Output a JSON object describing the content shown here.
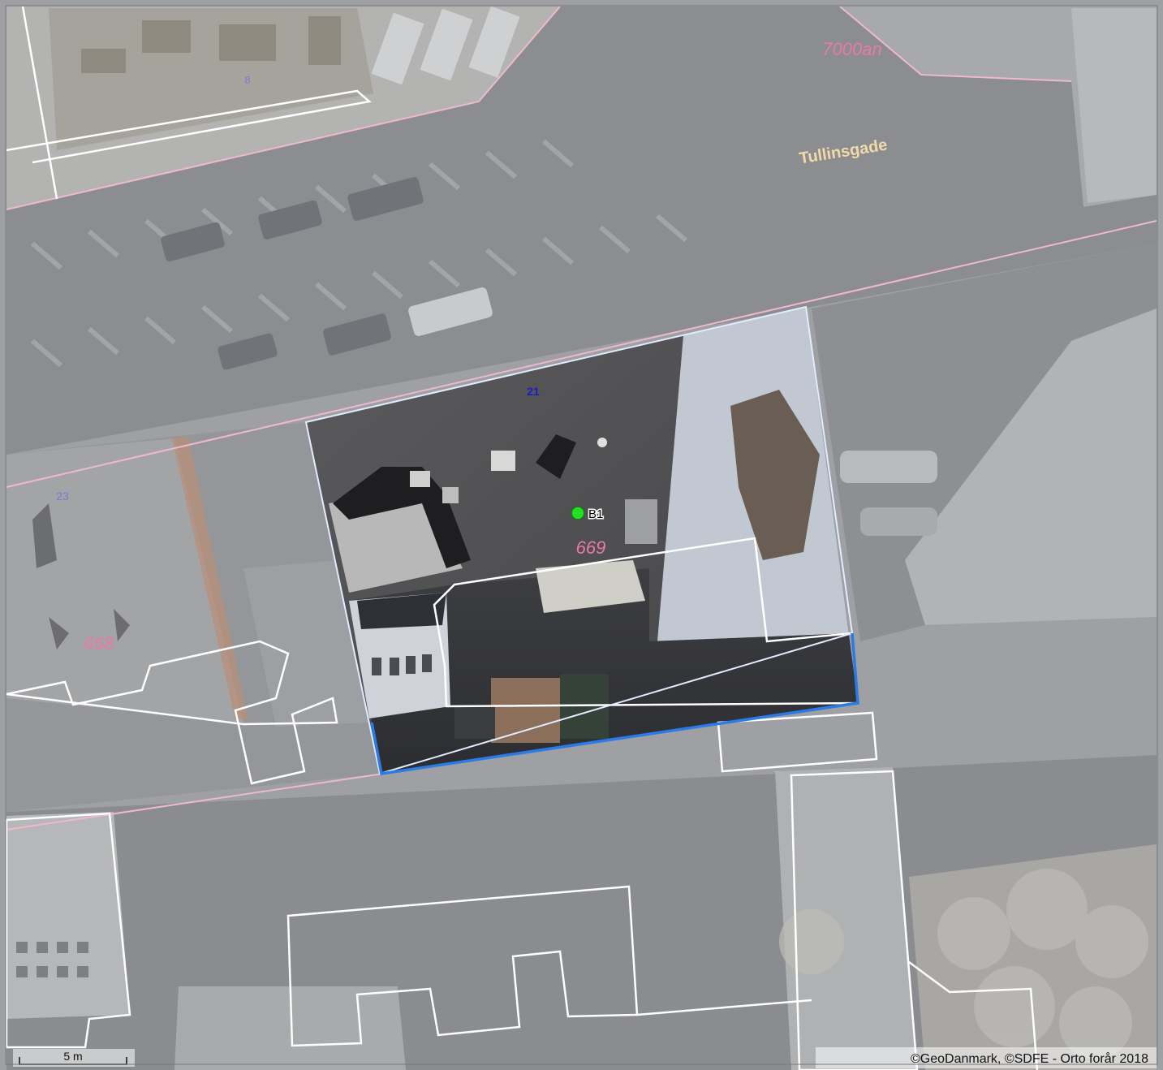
{
  "map": {
    "street_name": "Tullinsgade",
    "cadastral_parcels": [
      {
        "id": "7000an"
      },
      {
        "id": "669"
      },
      {
        "id": "668"
      }
    ],
    "house_numbers": [
      "8",
      "21",
      "23"
    ],
    "point_marker": {
      "label": "B1",
      "color": "#22dd22"
    },
    "scale_bar": {
      "label": "5 m"
    },
    "attribution": "©GeoDanmark, ©SDFE - Orto forår 2018",
    "colors": {
      "cadastral_line": "#f0b8cc",
      "cadastral_label": "#e87aa8",
      "house_number": "#7a78d8",
      "selected_house_number": "#1a1acc",
      "building_outline": "#ffffff",
      "selected_outline": "#2a7ae8",
      "street_label": "#f2d9a8"
    }
  }
}
